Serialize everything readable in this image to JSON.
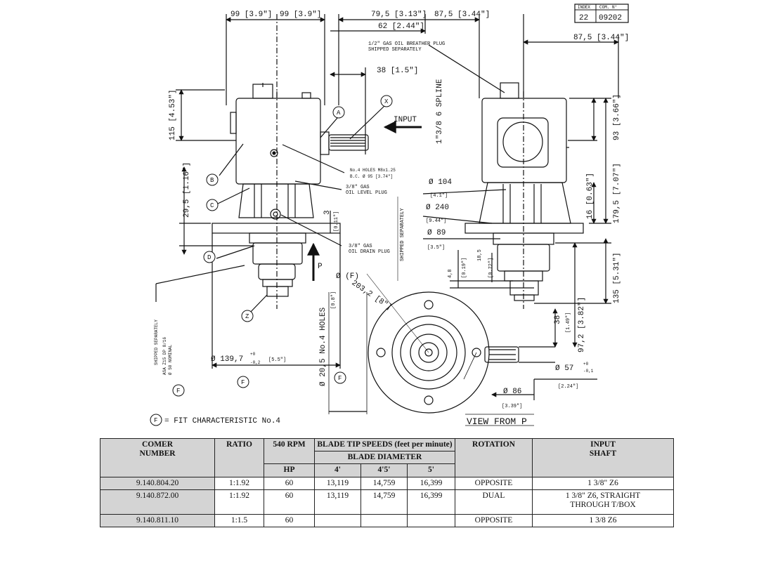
{
  "index_box": {
    "headers": [
      "INDEX",
      "COM. N°"
    ],
    "values": [
      "22",
      "09202"
    ]
  },
  "dimensions": {
    "top_99_a": "99 [3.9\"]",
    "top_99_b": "99 [3.9\"]",
    "top_79_5": "79,5 [3.13\"]",
    "top_87_5_a": "87,5 [3.44\"]",
    "top_62": "62 [2.44\"]",
    "right_87_5": "87,5 [3.44\"]",
    "breather_1": "1/2\" GAS OIL BREATHER PLUG",
    "breather_2": "SHIPPED SEPARATELY",
    "dim_38_top": "38 [1.5\"]",
    "spline": "1\"3/8 6 SPLINE",
    "input": "INPUT",
    "left_115": "115 [4.53\"]",
    "holes_1": "No.4 HOLES M8x1.25",
    "holes_2": "B.C. Ø 95 [3.74\"]",
    "level_1": "3/8\" GAS",
    "level_2": "OIL LEVEL PLUG",
    "left_29_5": "29,5 [1.16\"]",
    "dim_3": "3",
    "dim_3_in": "[0.11\"]",
    "drain_1": "3/8\" GAS",
    "drain_2": "OIL DRAIN PLUG",
    "arrow_p": "P",
    "d104": "Ø 104",
    "d104_in": "[4.1\"]",
    "d240": "Ø 240",
    "d240_in": "[9.44\"]",
    "d89": "Ø 89",
    "d89_in": "[3.5\"]",
    "right_93": "93 [3.66\"]",
    "right_179_5": "179,5 [7.07\"]",
    "right_16": "16 [0.63\"]",
    "right_135": "135 [5.31\"]",
    "shipped_mid": "SHIPPED SEPARATELY",
    "dim_4_8": "4,8",
    "dim_4_8_in": "[0.19\"]",
    "dim_18_5": "18,5",
    "dim_18_5_in": "[0.72\"]",
    "d203": "Ø (F)",
    "d203_2": "203,2 [8\"]",
    "holes_20_5": "Ø 20,5 No.4 HOLES",
    "holes_20_5_in": "[0.8\"]",
    "right_38": "38",
    "right_38_in": "[1.49\"]",
    "right_97_2": "97,2 [3.82\"]",
    "d57": "Ø 57",
    "d57_tol_up": "+0",
    "d57_tol_dn": "-0,1",
    "d57_in": "[2.24\"]",
    "d86": "Ø 86",
    "d86_in": "[3.39\"]",
    "view_from": "VIEW FROM P",
    "shipped_left": "SHIPPED SEPARATELY",
    "asa_1": "ASA Z15 DP 8/16",
    "asa_2": "Ø 50 NOMINAL",
    "d139": "Ø 139,7",
    "d139_tol_up": "+0",
    "d139_tol_dn": "-0,2",
    "d139_in": "[5.5\"]",
    "fit_note": "= FIT CHARACTERISTIC No.4",
    "callouts": [
      "A",
      "X",
      "B",
      "C",
      "D",
      "Z",
      "F",
      "F",
      "F",
      "F"
    ]
  },
  "table": {
    "headers": {
      "comer_number_1": "COMER",
      "comer_number_2": "NUMBER",
      "ratio": "RATIO",
      "rpm": "540 RPM",
      "hp": "HP",
      "blade_tip": "BLADE TIP SPEEDS (feet per minute)",
      "blade_diameter": "BLADE DIAMETER",
      "d4": "4'",
      "d45": "4'5'",
      "d5": "5'",
      "rotation": "ROTATION",
      "input_shaft_1": "INPUT",
      "input_shaft_2": "SHAFT"
    },
    "rows": [
      {
        "number": "9.140.804.20",
        "ratio": "1:1.92",
        "hp": "60",
        "s4": "13,119",
        "s45": "14,759",
        "s5": "16,399",
        "rotation": "OPPOSITE",
        "shaft_1": "1 3/8\" Z6",
        "shaft_2": ""
      },
      {
        "number": "9.140.872.00",
        "ratio": "1:1.92",
        "hp": "60",
        "s4": "13,119",
        "s45": "14,759",
        "s5": "16,399",
        "rotation": "DUAL",
        "shaft_1": "1 3/8\" Z6, STRAIGHT",
        "shaft_2": "THROUGH  T/BOX"
      },
      {
        "number": "9.140.811.10",
        "ratio": "1:1.5",
        "hp": "60",
        "s4": "",
        "s45": "",
        "s5": "",
        "rotation": "OPPOSITE",
        "shaft_1": "1 3/8 Z6",
        "shaft_2": ""
      }
    ]
  }
}
